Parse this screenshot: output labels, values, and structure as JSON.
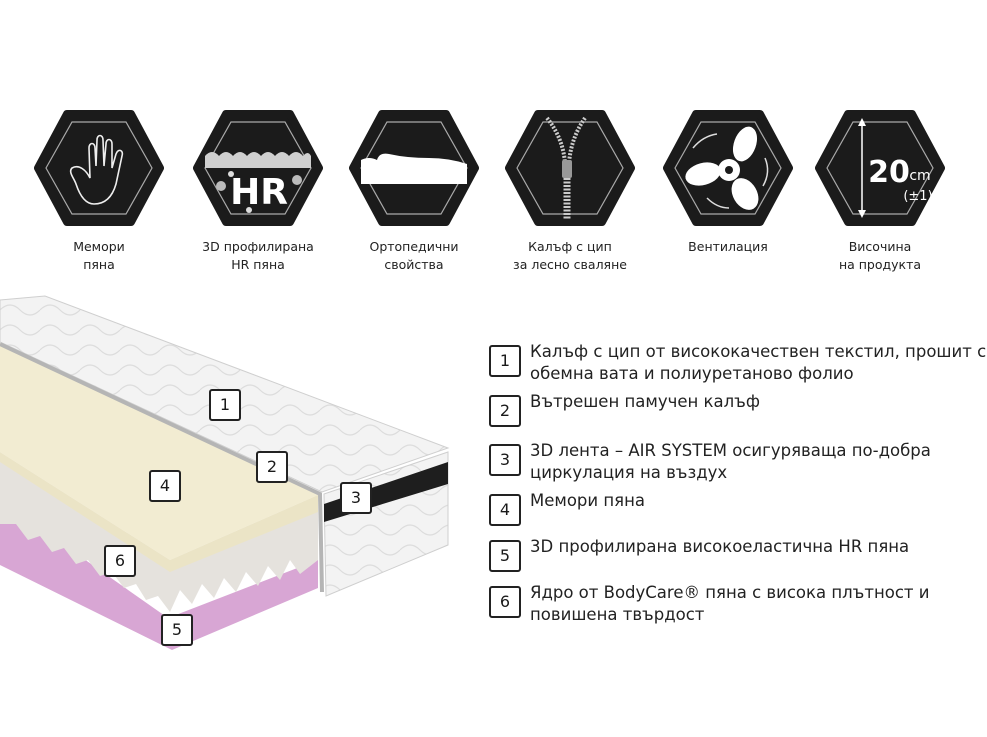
{
  "features": [
    {
      "icon": "hand-icon",
      "lines": [
        "Мемори",
        "пяна"
      ]
    },
    {
      "icon": "hr-foam-icon",
      "icon_text": "HR",
      "lines": [
        "3D профилирана",
        "HR пяна"
      ]
    },
    {
      "icon": "body-on-mattress-icon",
      "lines": [
        "Ортопедични",
        "свойства"
      ]
    },
    {
      "icon": "zipper-icon",
      "lines": [
        "Калъф с цип",
        "за лесно сваляне"
      ]
    },
    {
      "icon": "fan-icon",
      "lines": [
        "Вентилация"
      ]
    },
    {
      "icon": "height-icon",
      "icon_value": "20",
      "icon_unit": "cm",
      "icon_tolerance": "(±1)",
      "lines": [
        "Височина",
        "на продукта"
      ]
    }
  ],
  "diagram_markers": [
    "1",
    "2",
    "3",
    "4",
    "5",
    "6"
  ],
  "legend": [
    {
      "num": "1",
      "lines": [
        "Калъф с цип от висококачествен текстил, прошит с",
        "обемна вата и полиуретаново фолио"
      ]
    },
    {
      "num": "2",
      "lines": [
        "Вътрешен памучен калъф"
      ]
    },
    {
      "num": "3",
      "lines": [
        "3D лента – AIR SYSTEM осигуряваща по-добра",
        "циркулация на въздух"
      ]
    },
    {
      "num": "4",
      "lines": [
        "Мемори пяна"
      ]
    },
    {
      "num": "5",
      "lines": [
        "3D профилирана високоеластична HR пяна"
      ]
    },
    {
      "num": "6",
      "lines": [
        "Ядро от BodyCare® пяна с висока плътност и",
        "повишена твърдост"
      ]
    }
  ],
  "colors": {
    "hex_fill": "#1b1b1b",
    "memory_foam": "#f3eed5",
    "core_foam": "#e6e3df",
    "hr_foam": "#d9a9d6",
    "cover": "#f4f4f4"
  }
}
